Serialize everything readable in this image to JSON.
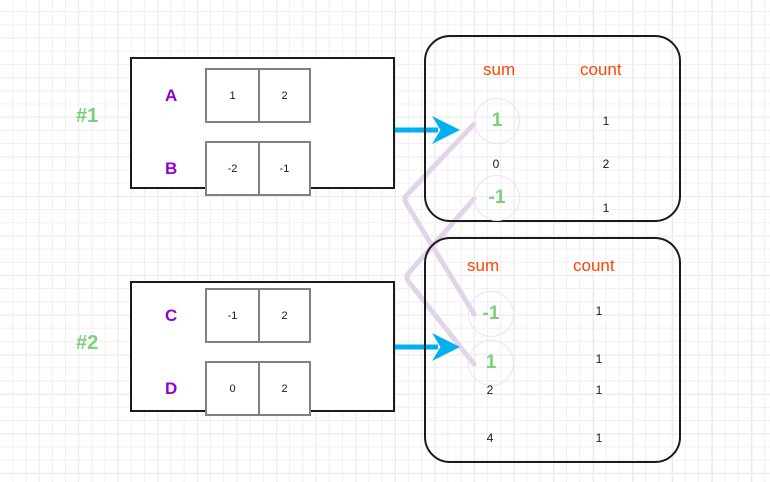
{
  "diagram": {
    "title": "Group-by sum and count aggregation diagram",
    "colors": {
      "header_orange": "#ff4500",
      "label_purple": "#9400d3",
      "group_green": "#79d279",
      "arrow_cyan": "#00b0f0",
      "link_lavender": "#e3d3e8",
      "box_black": "#1a1a1a",
      "cell_gray": "#808080",
      "grid_minor": "#efefef",
      "grid_major": "#e2e2e2"
    }
  },
  "groups": [
    {
      "tag": "#1",
      "rows": [
        {
          "label": "A",
          "cells": [
            "1",
            "2"
          ]
        },
        {
          "label": "B",
          "cells": [
            "-2",
            "-1"
          ]
        }
      ]
    },
    {
      "tag": "#2",
      "rows": [
        {
          "label": "C",
          "cells": [
            "-1",
            "2"
          ]
        },
        {
          "label": "D",
          "cells": [
            "0",
            "2"
          ]
        }
      ]
    }
  ],
  "results": [
    {
      "headers": {
        "sum": "sum",
        "count": "count"
      },
      "rows": [
        {
          "sum": "1",
          "count": "1",
          "highlight": true
        },
        {
          "sum": "0",
          "count": "2",
          "highlight": false
        },
        {
          "sum": "-1",
          "count": "1",
          "highlight": true
        }
      ]
    },
    {
      "headers": {
        "sum": "sum",
        "count": "count"
      },
      "rows": [
        {
          "sum": "-1",
          "count": "1",
          "highlight": true
        },
        {
          "sum": "1",
          "count": "1",
          "highlight": true
        },
        {
          "sum": "2",
          "count": "1",
          "highlight": false
        },
        {
          "sum": "4",
          "count": "1",
          "highlight": false
        }
      ]
    }
  ],
  "arrows": [
    {
      "name": "arrow-group1-to-result1"
    },
    {
      "name": "arrow-group2-to-result2"
    }
  ],
  "links": [
    {
      "from": "result1-sum-1",
      "to": "result2-sum-1",
      "name": "link-one-to-one"
    },
    {
      "from": "result1-sum--1",
      "to": "result2-sum--1",
      "name": "link-minus-one-to-minus-one"
    }
  ]
}
